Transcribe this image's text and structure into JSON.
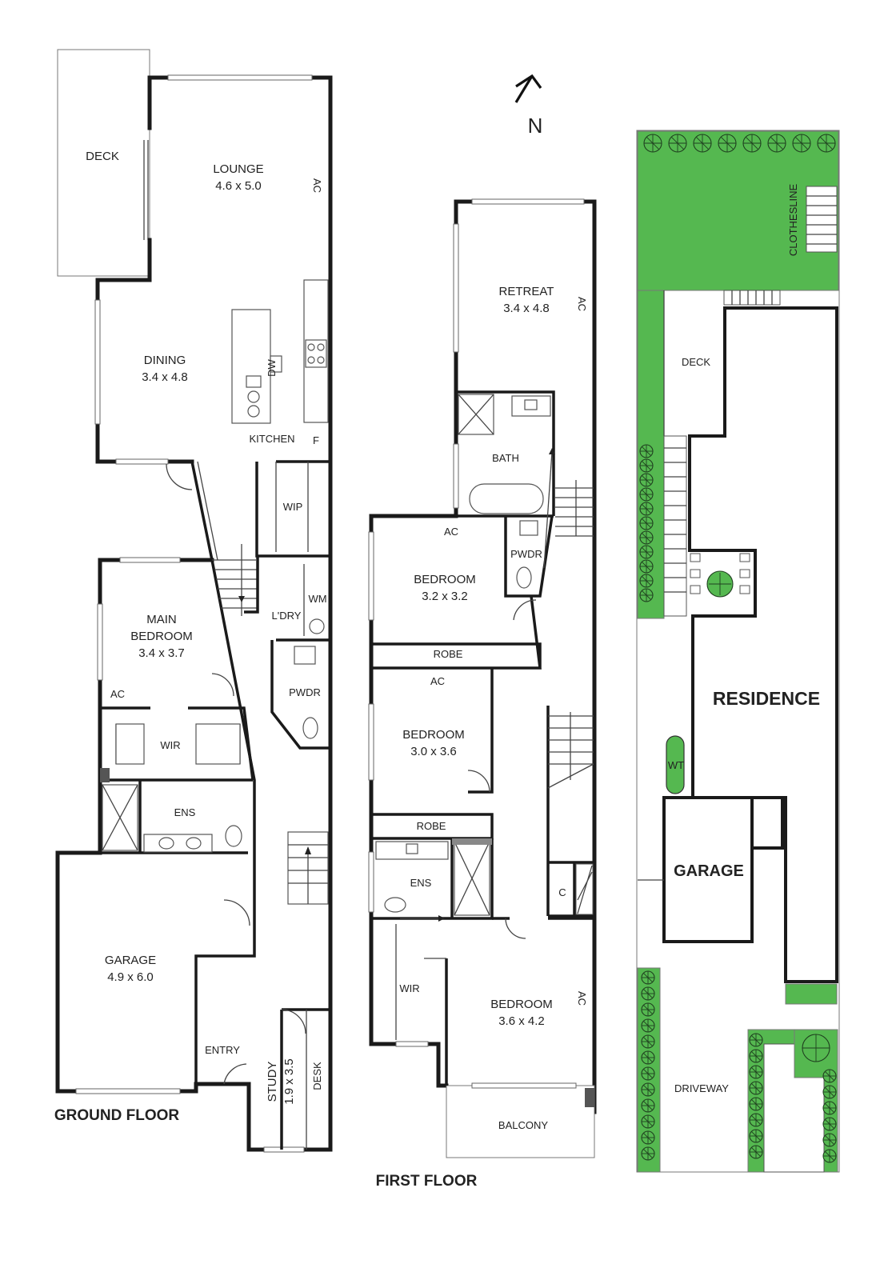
{
  "title": "",
  "north": "N",
  "colors": {
    "wall": "#1a1a1a",
    "grass": "#55b850",
    "background": "#ffffff"
  },
  "ground_floor": {
    "heading": "GROUND FLOOR",
    "rooms": {
      "deck": {
        "name": "DECK"
      },
      "lounge": {
        "name": "LOUNGE",
        "size": "4.6 x 5.0"
      },
      "dining": {
        "name": "DINING",
        "size": "3.4 x 4.8"
      },
      "kitchen": {
        "name": "KITCHEN"
      },
      "wip": {
        "name": "WIP"
      },
      "laundry": {
        "name": "L'DRY"
      },
      "powder": {
        "name": "PWDR"
      },
      "main_bedroom": {
        "name_line1": "MAIN",
        "name_line2": "BEDROOM",
        "size": "3.4 x 3.7"
      },
      "wir": {
        "name": "WIR"
      },
      "ensuite": {
        "name": "ENS"
      },
      "garage": {
        "name": "GARAGE",
        "size": "4.9 x 6.0"
      },
      "entry": {
        "name": "ENTRY"
      },
      "study": {
        "name": "STUDY",
        "size": "1.9 x 3.5"
      },
      "desk": {
        "name": "DESK"
      }
    },
    "fixtures": {
      "ac": "AC",
      "dw": "DW",
      "fridge": "F",
      "wm": "WM"
    }
  },
  "first_floor": {
    "heading": "FIRST FLOOR",
    "rooms": {
      "retreat": {
        "name": "RETREAT",
        "size": "3.4 x 4.8"
      },
      "bath": {
        "name": "BATH"
      },
      "powder": {
        "name": "PWDR"
      },
      "bedroom1": {
        "name": "BEDROOM",
        "size": "3.2 x 3.2"
      },
      "robe1": {
        "name": "ROBE"
      },
      "bedroom2": {
        "name": "BEDROOM",
        "size": "3.0 x 3.6"
      },
      "robe2": {
        "name": "ROBE"
      },
      "ensuite": {
        "name": "ENS"
      },
      "cupboard": {
        "name": "C"
      },
      "wir": {
        "name": "WIR"
      },
      "bedroom3": {
        "name": "BEDROOM",
        "size": "3.6 x 4.2"
      },
      "balcony": {
        "name": "BALCONY"
      }
    },
    "fixtures": {
      "ac": "AC"
    }
  },
  "site": {
    "clothesline": "CLOTHESLINE",
    "deck": "DECK",
    "residence": "RESIDENCE",
    "water_tank": "WT",
    "garage": "GARAGE",
    "driveway": "DRIVEWAY"
  }
}
